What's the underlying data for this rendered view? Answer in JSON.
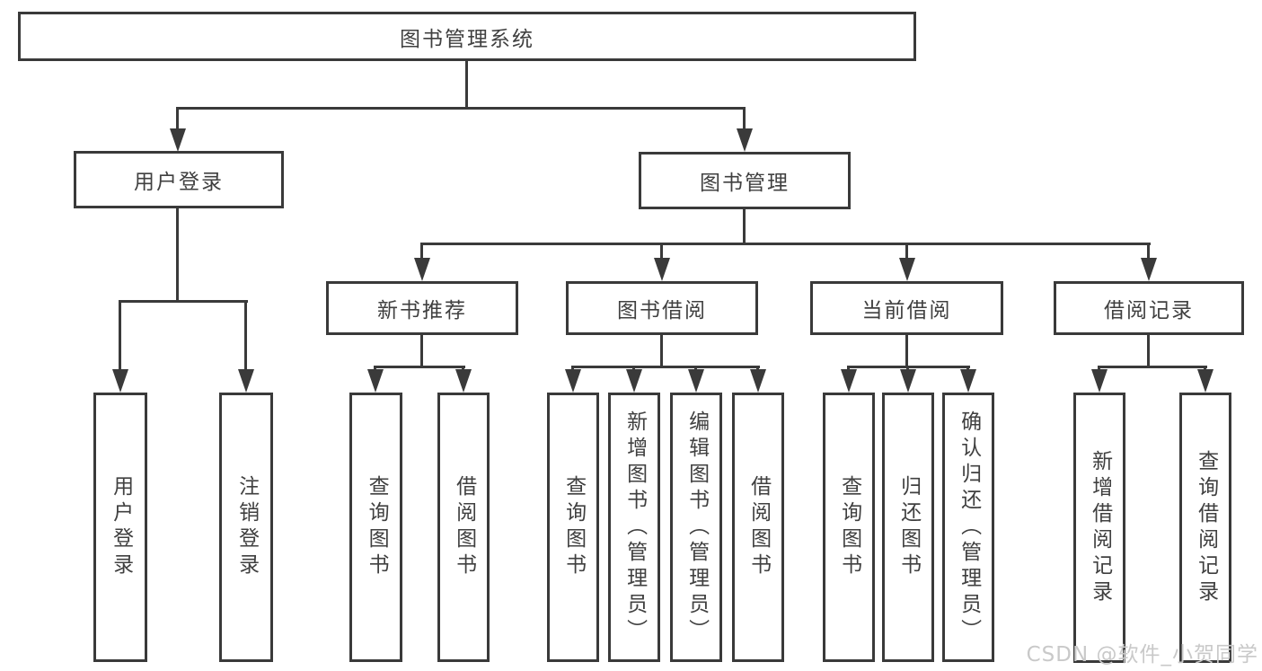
{
  "tree": {
    "label": "图书管理系统",
    "children": [
      {
        "label": "用户登录",
        "children": [
          {
            "label": "用户登录"
          },
          {
            "label": "注销登录"
          }
        ]
      },
      {
        "label": "图书管理",
        "children": [
          {
            "label": "新书推荐",
            "children": [
              {
                "label": "查询图书"
              },
              {
                "label": "借阅图书"
              }
            ]
          },
          {
            "label": "图书借阅",
            "children": [
              {
                "label": "查询图书"
              },
              {
                "label": "新增图书（管理员）"
              },
              {
                "label": "编辑图书（管理员）"
              },
              {
                "label": "借阅图书"
              }
            ]
          },
          {
            "label": "当前借阅",
            "children": [
              {
                "label": "查询图书"
              },
              {
                "label": "归还图书"
              },
              {
                "label": "确认归还（管理员）"
              }
            ]
          },
          {
            "label": "借阅记录",
            "children": [
              {
                "label": "新增借阅记录"
              },
              {
                "label": "查询借阅记录"
              }
            ]
          }
        ]
      }
    ]
  },
  "watermark": {
    "text": "CSDN @软件_小贺同学"
  },
  "colors": {
    "line": "#3a3a3a",
    "box_fill": "#ffffff",
    "text": "#404040",
    "watermark": "#c9c9c9"
  }
}
